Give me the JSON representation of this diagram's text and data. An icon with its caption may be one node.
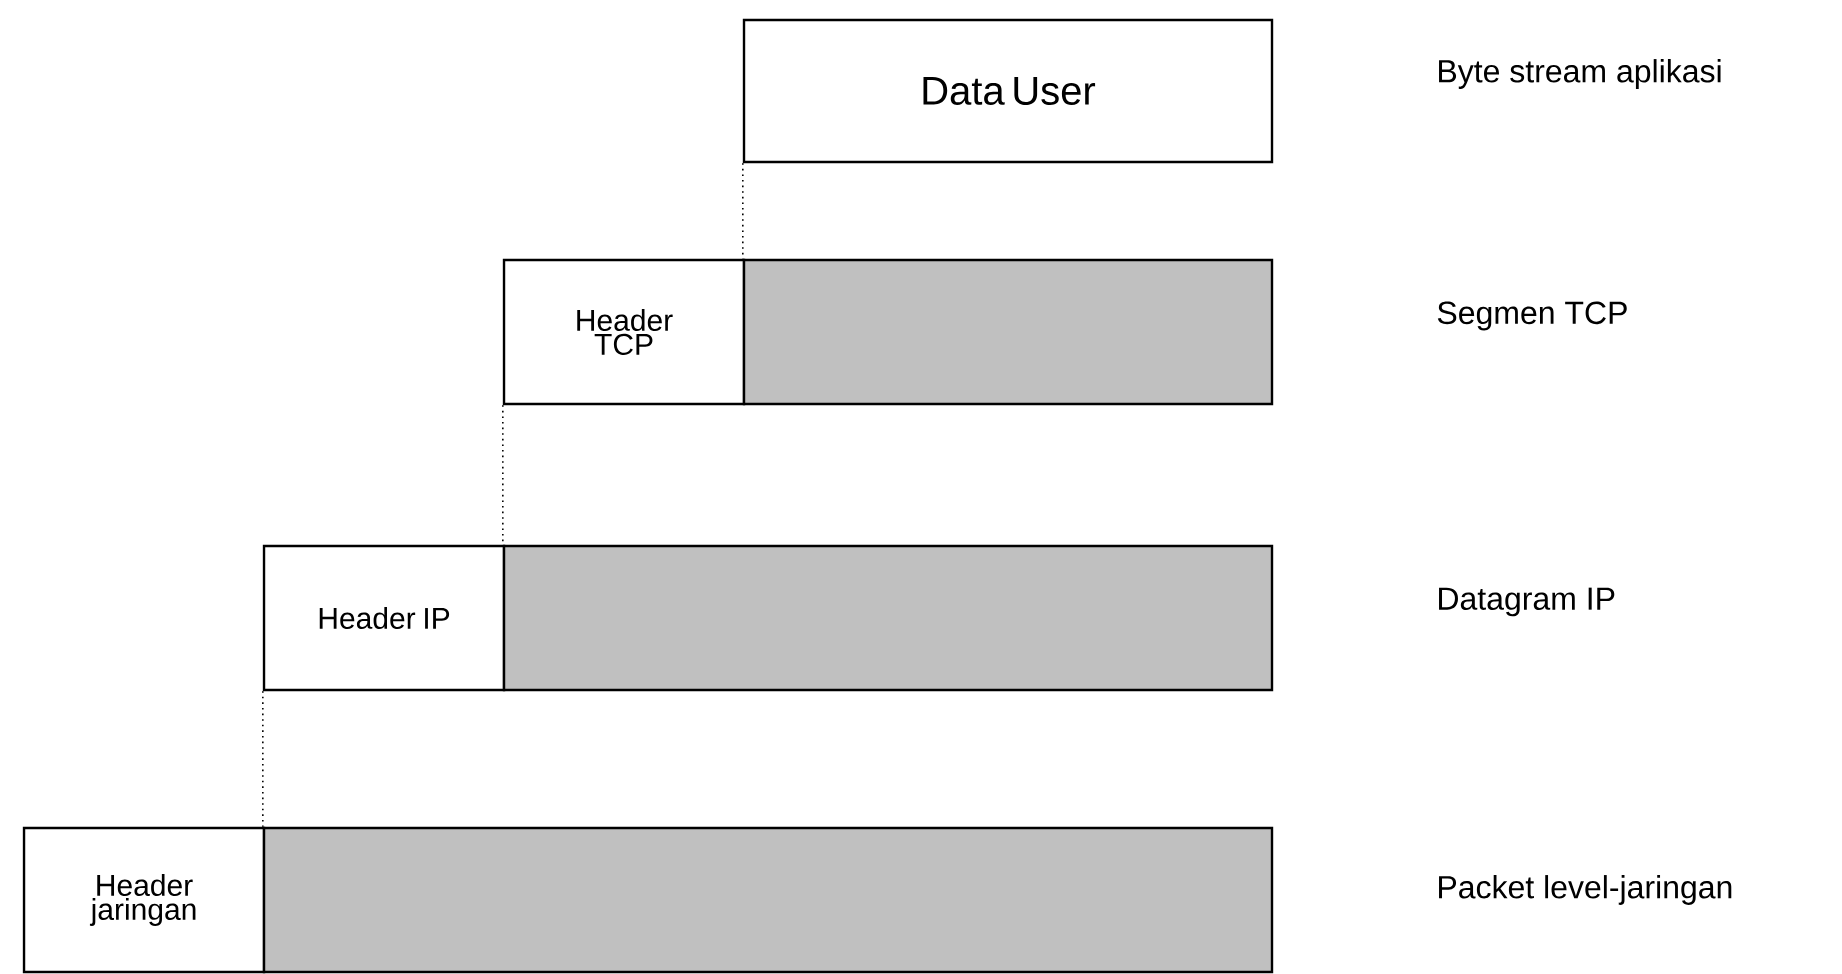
{
  "diagram": {
    "nodes": [
      {
        "text": [
          "Data User"
        ]
      },
      {
        "text": [
          "Header TCP"
        ]
      },
      {
        "text": [],
        "shape": "box"
      },
      {
        "text": [
          "Header IP"
        ]
      },
      {
        "text": [],
        "shape": "box"
      },
      {
        "text": [
          "Header jaringan"
        ]
      },
      {
        "text": [],
        "shape": "box"
      }
    ],
    "edges": [
      {
        "from": 0,
        "to": 2,
        "arrow": "none",
        "style": "dashed"
      },
      {
        "from": 1,
        "to": 4,
        "arrow": "none",
        "style": "dashed"
      },
      {
        "from": 3,
        "to": 6,
        "arrow": "none",
        "style": "dashed"
      }
    ],
    "labels": [
      "Byte stream aplikasi",
      "Segmen TCP",
      "Datagram IP",
      "Packet level-jaringan"
    ]
  }
}
